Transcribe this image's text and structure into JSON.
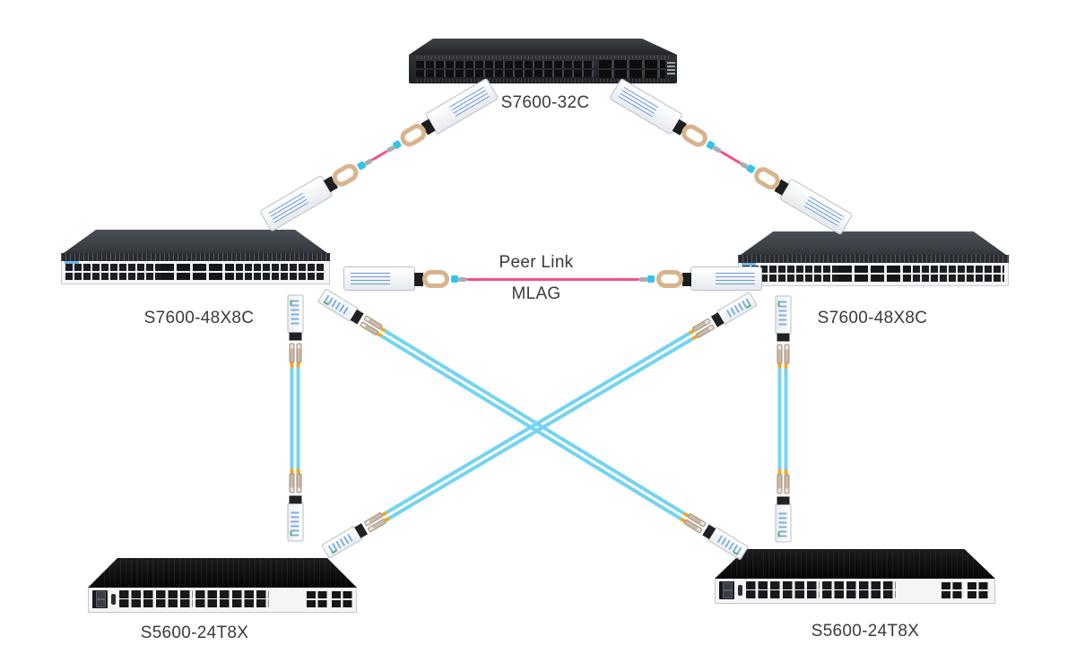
{
  "diagram": {
    "type": "network-topology",
    "devices": [
      {
        "role": "core-switch",
        "label": "S7600-32C"
      },
      {
        "role": "aggregation-switch-left",
        "label": "S7600-48X8C"
      },
      {
        "role": "aggregation-switch-right",
        "label": "S7600-48X8C"
      },
      {
        "role": "access-switch-left",
        "label": "S5600-24T8X"
      },
      {
        "role": "access-switch-right",
        "label": "S5600-24T8X"
      }
    ],
    "links": {
      "peer_link": "Peer Link",
      "mlag": "MLAG"
    },
    "colors": {
      "pink_cable": "#fb4d85",
      "cyan_cable": "#74d4f1",
      "label_text": "#3b3b3b",
      "transceiver_tan": "#d8b48e",
      "fiber_orange": "#f5a623"
    }
  }
}
